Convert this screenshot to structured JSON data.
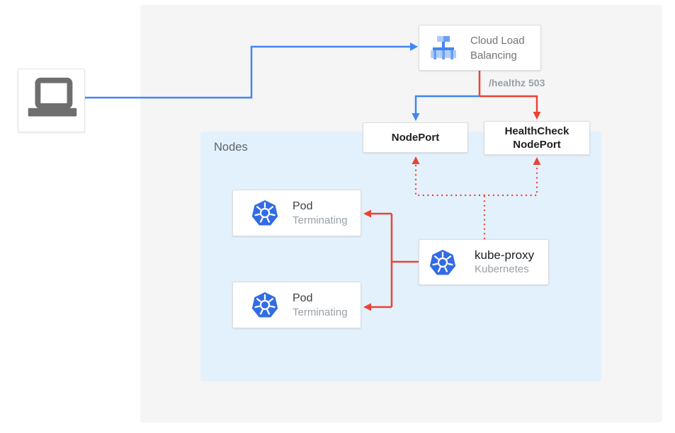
{
  "colors": {
    "traffic_blue": "#4285f4",
    "health_red": "#ea4335",
    "canvas_bg": "#ffffff",
    "cluster_bg": "#f5f5f6",
    "nodes_bg": "#e3f1fc",
    "box_border": "#dadce0",
    "kubernetes_blue": "#326ce5",
    "clb_icon_light": "#aecbfa",
    "clb_icon_mid": "#669df6",
    "clb_icon_dark": "#4285f4",
    "laptop_gray": "#6e6e6e",
    "text_dark": "#1f1f1f",
    "text_medium": "#3c4043",
    "text_gray": "#757575",
    "text_light": "#9aa0a6"
  },
  "diagram": {
    "client": {
      "icon": "laptop-icon"
    },
    "load_balancer": {
      "icon": "cloud-load-balancing-icon",
      "label_line1": "Cloud Load",
      "label_line2": "Balancing"
    },
    "health_annotation": "/healthz 503",
    "nodeport": {
      "label": "NodePort"
    },
    "healthcheck_nodeport": {
      "label_line1": "HealthCheck",
      "label_line2": "NodePort"
    },
    "nodes_group": {
      "label": "Nodes"
    },
    "pods": [
      {
        "icon": "kubernetes-icon",
        "title": "Pod",
        "status": "Terminating"
      },
      {
        "icon": "kubernetes-icon",
        "title": "Pod",
        "status": "Terminating"
      }
    ],
    "kube_proxy": {
      "icon": "kubernetes-icon",
      "title": "kube-proxy",
      "subtitle": "Kubernetes"
    }
  }
}
